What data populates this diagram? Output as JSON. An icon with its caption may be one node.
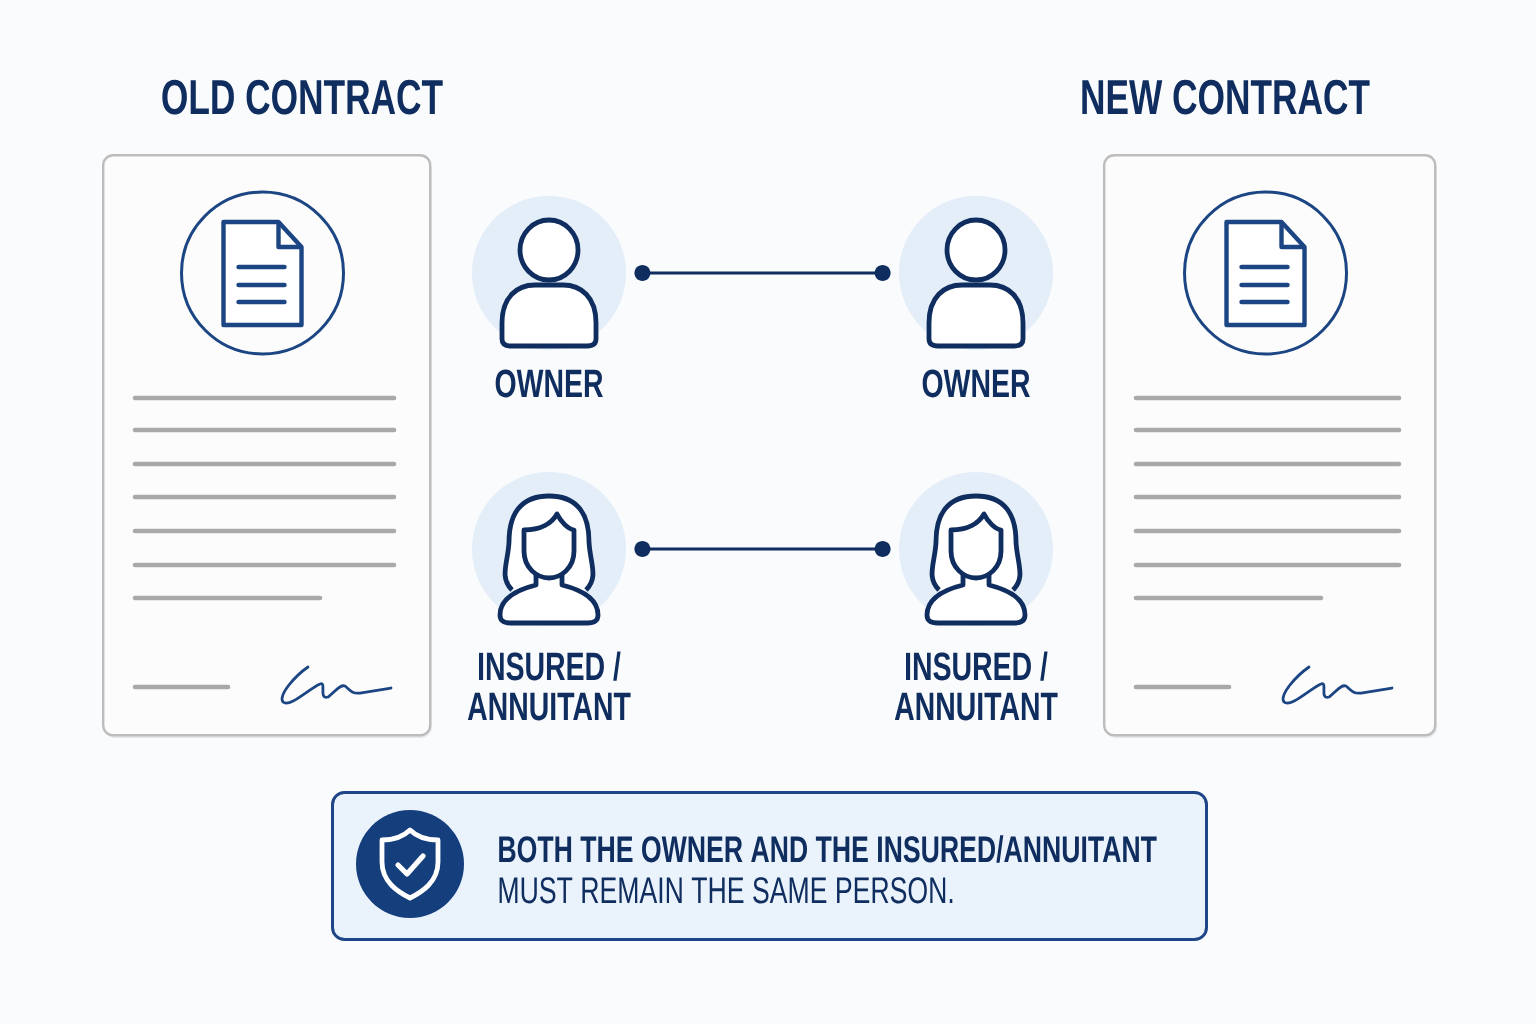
{
  "diagram": {
    "nodes": [
      {
        "text": [
          "OLD CONTRACT"
        ]
      },
      {
        "text": [
          "NEW CONTRACT"
        ]
      },
      {
        "text": [
          "OWNER"
        ]
      },
      {
        "text": [
          "OWNER"
        ]
      },
      {
        "text": [
          "INSURED / ANNUITANT"
        ]
      },
      {
        "text": [
          "INSURED / ANNUITANT"
        ]
      },
      {
        "text": [
          "**BOTH THE OWNER AND THE INSURED/ANNUITANT** MUST REMAIN THE SAME PERSON."
        ]
      }
    ],
    "edges": [
      {
        "from": 2,
        "to": 3,
        "arrow": "other"
      },
      {
        "from": 4,
        "to": 5,
        "arrow": "other"
      }
    ]
  }
}
